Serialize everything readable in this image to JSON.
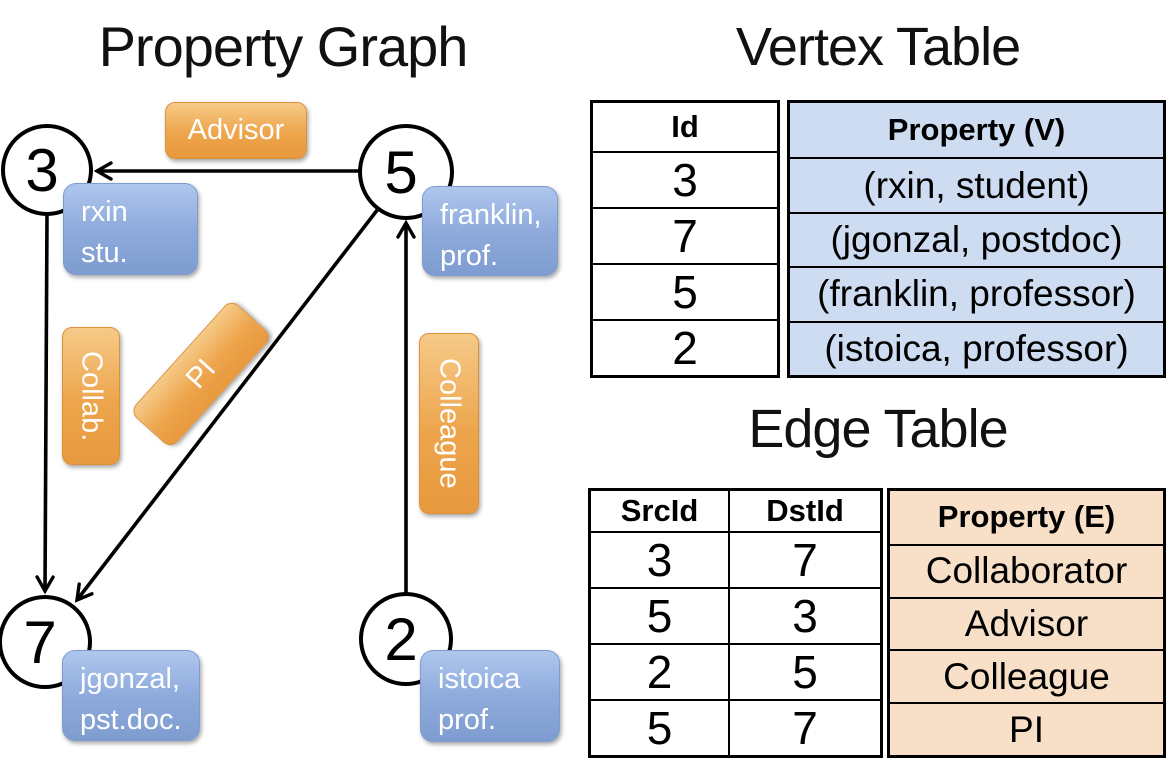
{
  "graph": {
    "title": "Property Graph",
    "nodes": [
      {
        "id": "3",
        "box_line1": "rxin",
        "box_line2": "stu."
      },
      {
        "id": "5",
        "box_line1": "franklin,",
        "box_line2": "prof."
      },
      {
        "id": "7",
        "box_line1": "jgonzal,",
        "box_line2": "pst.doc."
      },
      {
        "id": "2",
        "box_line1": "istoica",
        "box_line2": "prof."
      }
    ],
    "edge_labels": [
      {
        "label": "Advisor"
      },
      {
        "label": "Collab."
      },
      {
        "label": "PI"
      },
      {
        "label": "Colleague"
      }
    ]
  },
  "vertex_table": {
    "title": "Vertex Table",
    "columns": [
      "Id",
      "Property (V)"
    ],
    "rows": [
      [
        "3",
        "(rxin, student)"
      ],
      [
        "7",
        "(jgonzal, postdoc)"
      ],
      [
        "5",
        "(franklin, professor)"
      ],
      [
        "2",
        "(istoica, professor)"
      ]
    ]
  },
  "edge_table": {
    "title": "Edge Table",
    "columns": [
      "SrcId",
      "DstId",
      "Property (E)"
    ],
    "rows": [
      [
        "3",
        "7",
        "Collaborator"
      ],
      [
        "5",
        "3",
        "Advisor"
      ],
      [
        "2",
        "5",
        "Colleague"
      ],
      [
        "5",
        "7",
        "PI"
      ]
    ]
  },
  "colors": {
    "edge_label_fill_top": "#f6ca88",
    "edge_label_fill_bottom": "#e8993e",
    "vertex_box_fill_top": "#aec7ee",
    "vertex_box_fill_bottom": "#7e9cd0",
    "vertex_table_cell": "#cedcf2",
    "edge_table_cell": "#f7e0c7",
    "line": "#000000",
    "text_on_boxes": "#ffffff"
  }
}
